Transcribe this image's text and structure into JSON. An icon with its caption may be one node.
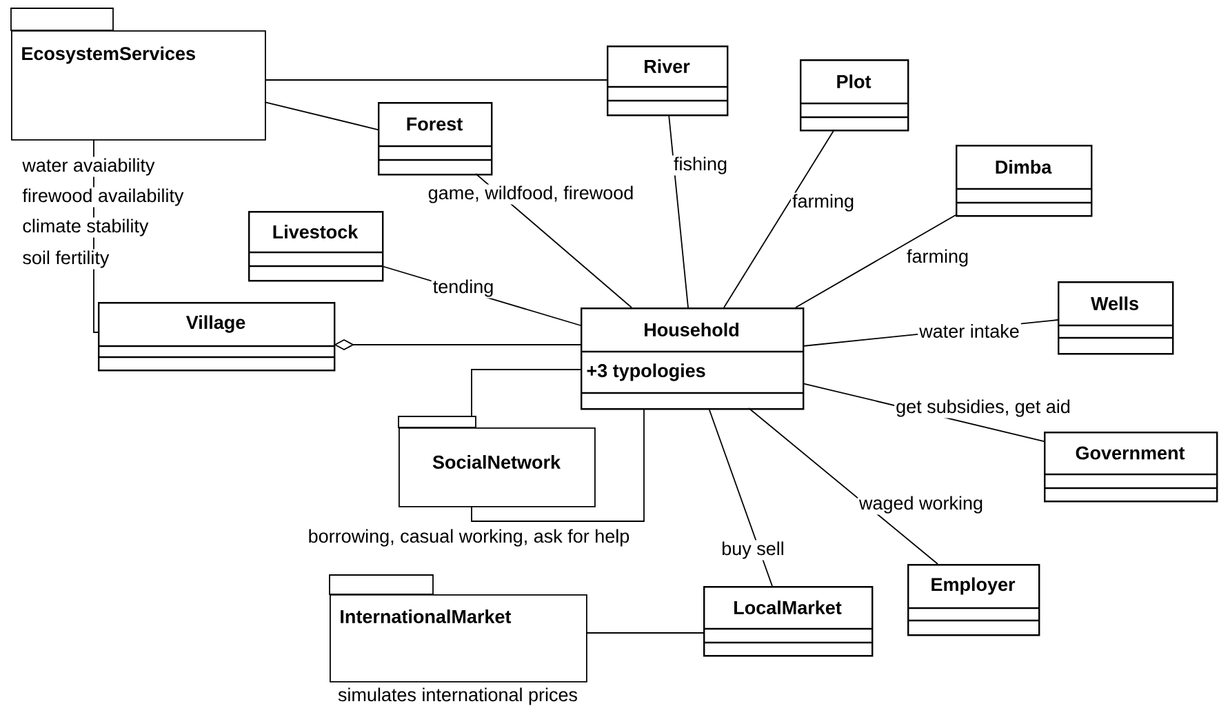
{
  "diagram": {
    "nodes": [
      {
        "text": [
          "EcosystemServices"
        ]
      },
      {
        "text": [
          "River"
        ]
      },
      {
        "text": [
          "Plot"
        ]
      },
      {
        "text": [
          "Forest"
        ]
      },
      {
        "text": [
          "Dimba"
        ]
      },
      {
        "text": [
          "Livestock"
        ]
      },
      {
        "text": [
          "Village"
        ]
      },
      {
        "text": [
          "Household",
          "+3 typologies"
        ]
      },
      {
        "text": [
          "Wells"
        ]
      },
      {
        "text": [
          "SocialNetwork"
        ]
      },
      {
        "text": [
          "Government"
        ]
      },
      {
        "text": [
          "Employer"
        ]
      },
      {
        "text": [
          "InternationalMarket"
        ],
        "beside": [
          "simulates international prices"
        ]
      },
      {
        "text": [
          "LocalMarket"
        ]
      }
    ],
    "edges": [
      {
        "from": 0,
        "to": 1,
        "arrow": "none"
      },
      {
        "from": 0,
        "to": 3,
        "arrow": "none"
      },
      {
        "from": 0,
        "to": 6,
        "arrow": "none"
      },
      {
        "from": 3,
        "to": 7,
        "arrow": "none",
        "label": "game, wildfood, firewood"
      },
      {
        "from": 1,
        "to": 7,
        "arrow": "none",
        "label": "fishing"
      },
      {
        "from": 2,
        "to": 7,
        "arrow": "none",
        "label": "farming"
      },
      {
        "from": 4,
        "to": 7,
        "arrow": "none",
        "label": "farming"
      },
      {
        "from": 5,
        "to": 7,
        "arrow": "none",
        "label": "tending"
      },
      {
        "from": 6,
        "to": 7,
        "arrow": "other"
      },
      {
        "from": 8,
        "to": 7,
        "arrow": "none",
        "label": "water intake"
      },
      {
        "from": 7,
        "to": 9,
        "arrow": "none"
      },
      {
        "from": 9,
        "to": 7,
        "arrow": "none",
        "label": "borrowing, casual working, ask for help"
      },
      {
        "from": 10,
        "to": 7,
        "arrow": "none",
        "label": "get subsidies, get aid"
      },
      {
        "from": 11,
        "to": 7,
        "arrow": "none",
        "label": "waged working"
      },
      {
        "from": 13,
        "to": 7,
        "arrow": "none",
        "label": "buy sell"
      },
      {
        "from": 12,
        "to": 13,
        "arrow": "none"
      }
    ],
    "labels": [
      "water avaiability",
      "firewood availability",
      "climate stability",
      "soil fertility"
    ]
  }
}
